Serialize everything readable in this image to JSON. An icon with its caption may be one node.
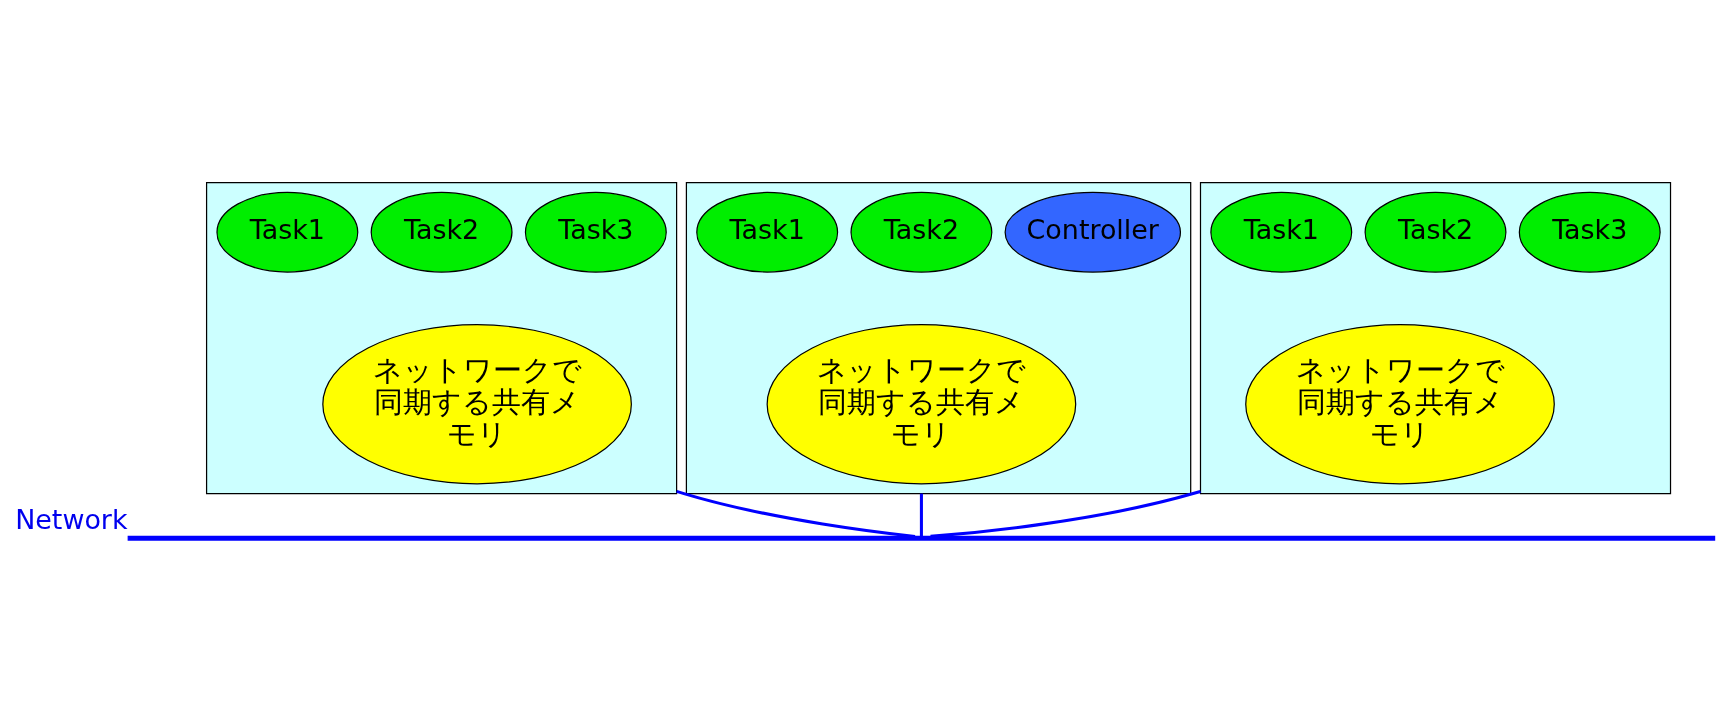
{
  "diagram": {
    "nodes": [
      {
        "text": [],
        "shape": "box"
      },
      {
        "text": [
          "Task1"
        ],
        "in": 0
      },
      {
        "text": [
          "Task2"
        ],
        "in": 0
      },
      {
        "text": [
          "Task3"
        ],
        "in": 0
      },
      {
        "text": [
          "ネットワークで同期する共有メモリ"
        ],
        "in": 0
      },
      {
        "text": [],
        "shape": "box"
      },
      {
        "text": [
          "Task1"
        ],
        "in": 5
      },
      {
        "text": [
          "Task2"
        ],
        "in": 5
      },
      {
        "text": [
          "Task3"
        ],
        "in": 5
      },
      {
        "text": [
          "ネットワークで同期する共有メモリ"
        ],
        "in": 5
      },
      {
        "text": [],
        "shape": "box"
      },
      {
        "text": [
          "Task1"
        ],
        "in": 10
      },
      {
        "text": [
          "Task2"
        ],
        "in": 10
      },
      {
        "text": [
          "Controller"
        ],
        "in": 10
      },
      {
        "text": [
          "ネットワークで同期する共有メモリ"
        ],
        "in": 10
      },
      {
        "text": [],
        "shape": "bar",
        "beside": [
          "Network"
        ]
      }
    ],
    "edges": [
      {
        "from": 0,
        "to": 15,
        "arrow": "none"
      },
      {
        "from": 5,
        "to": 15,
        "arrow": "none"
      },
      {
        "from": 10,
        "to": 15,
        "arrow": "none"
      }
    ]
  }
}
